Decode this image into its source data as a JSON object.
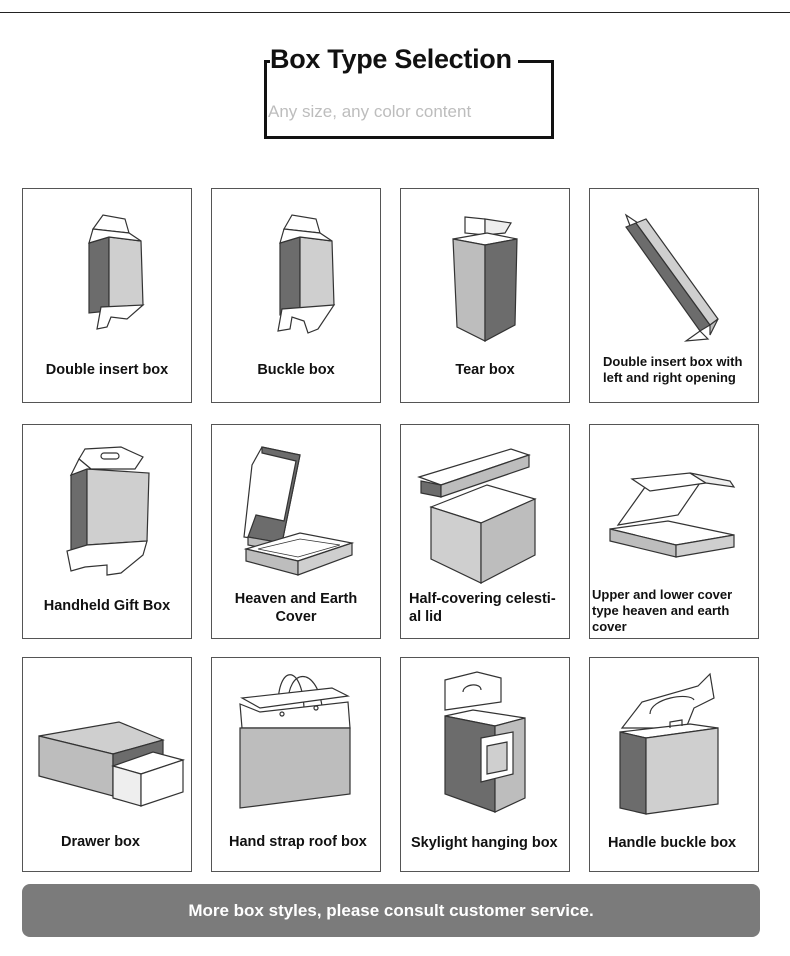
{
  "header": {
    "title": "Box Type Selection",
    "subtitle": "Any size, any color content"
  },
  "boxes": [
    {
      "label": "Double insert box",
      "icon": "double-insert-box-icon"
    },
    {
      "label": "Buckle box",
      "icon": "buckle-box-icon"
    },
    {
      "label": "Tear box",
      "icon": "tear-box-icon"
    },
    {
      "label": "Double insert box with\nleft and right opening",
      "icon": "double-insert-open-box-icon"
    },
    {
      "label": "Handheld Gift Box",
      "icon": "handheld-gift-box-icon"
    },
    {
      "label": "Heaven and Earth\nCover",
      "icon": "heaven-earth-cover-box-icon"
    },
    {
      "label": "Half-covering celesti-\nal lid",
      "icon": "half-cover-lid-box-icon"
    },
    {
      "label": "Upper and lower cover\ntype heaven and earth\ncover",
      "icon": "upper-lower-cover-box-icon"
    },
    {
      "label": "Drawer box",
      "icon": "drawer-box-icon"
    },
    {
      "label": "Hand strap roof box",
      "icon": "hand-strap-roof-box-icon"
    },
    {
      "label": "Skylight hanging box",
      "icon": "skylight-hanging-box-icon"
    },
    {
      "label": "Handle buckle box",
      "icon": "handle-buckle-box-icon"
    }
  ],
  "cta": {
    "label": "More box styles, please consult customer service."
  }
}
